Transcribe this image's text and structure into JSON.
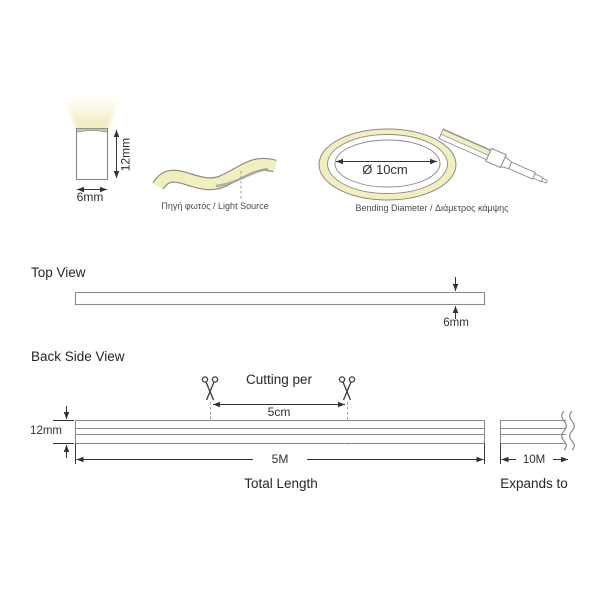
{
  "colors": {
    "strip_yellow": "#f2efbe",
    "glow_yellow": "#f0e9b7",
    "outline_gray": "#8a8a8a",
    "dimension_dark": "#333333"
  },
  "icons": {
    "cut_marker": "scissors-icon",
    "break_marker": "break-squiggle-icon"
  },
  "profile_view": {
    "height_label": "12mm",
    "width_label": "6mm"
  },
  "light_source_view": {
    "caption": "Πηγή φωτός / Light Source"
  },
  "bending_view": {
    "diameter_label": "Ø 10cm",
    "caption": "Bending Diameter / Διάμετρος κάμψης"
  },
  "top_view": {
    "title": "Top View",
    "thickness_label": "6mm"
  },
  "back_side_view": {
    "title": "Back Side View",
    "cutting_label": "Cutting per",
    "cut_interval_label": "5cm",
    "height_label": "12mm",
    "length_value": "5M",
    "length_caption": "Total Length",
    "expanded_value": "10M",
    "expanded_caption": "Expands to"
  }
}
